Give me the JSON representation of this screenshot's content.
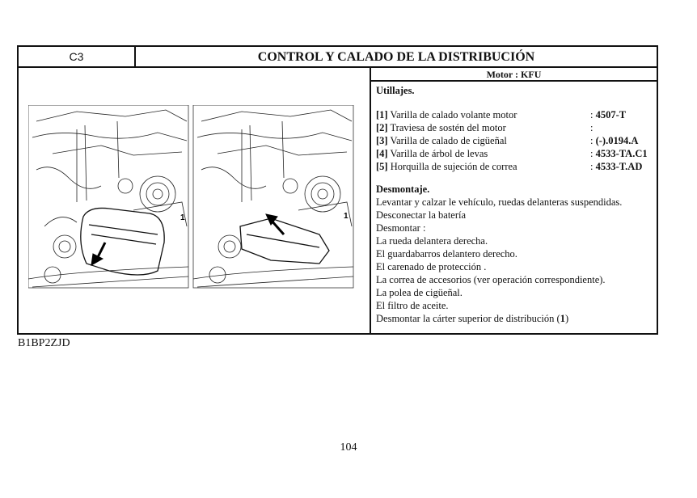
{
  "header": {
    "code": "C3",
    "title": "CONTROL Y CALADO DE LA DISTRIBUCIÓN"
  },
  "motor": "Motor : KFU",
  "utillajes": {
    "heading": "Utillajes.",
    "tools": [
      {
        "num": "[1]",
        "name": "Varilla de calado volante motor",
        "ref": "4507-T"
      },
      {
        "num": "[2]",
        "name": "Traviesa de sostén del motor",
        "ref": ""
      },
      {
        "num": "[3]",
        "name": "Varilla de calado de cigüeñal",
        "ref": "(-).0194.A"
      },
      {
        "num": "[4]",
        "name": "Varilla de árbol de levas",
        "ref": "4533-TA.C1"
      },
      {
        "num": "[5]",
        "name": "Horquilla de sujeción de correa",
        "ref": "4533-T.AD"
      }
    ]
  },
  "desmontaje": {
    "heading": "Desmontaje.",
    "lines": [
      "Levantar y calzar le vehículo, ruedas delanteras suspendidas.",
      "Desconectar la batería",
      "Desmontar :",
      "La rueda delantera derecha.",
      "El guardabarros delantero derecho.",
      "El carenado de protección .",
      "La correa de accesorios (ver operación correspondiente).",
      "La polea de cigüeñal.",
      "El filtro de aceite."
    ],
    "last_line": "Desmontar la cárter superior de distribución (",
    "last_ref": "1",
    "last_end": ")"
  },
  "illustration": {
    "label_left": "1",
    "label_right": "1"
  },
  "caption": "B1BP2ZJD",
  "page_number": "104"
}
